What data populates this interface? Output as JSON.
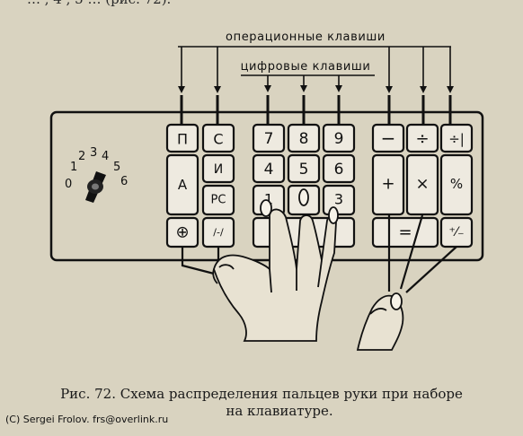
{
  "top_fragment": "… , 4 , 5 … (рис. 72).",
  "labels": {
    "operational": "операционные клавиши",
    "digit": "цифровые клавиши"
  },
  "dial": {
    "numbers": [
      "0",
      "1",
      "2",
      "3",
      "4",
      "5",
      "6"
    ]
  },
  "keys": {
    "left": [
      "П",
      "С",
      "А",
      "И",
      "РС",
      "⊕",
      "/-/"
    ],
    "digits": [
      "7",
      "8",
      "9",
      "4",
      "5",
      "6",
      "1",
      "2",
      "3"
    ],
    "ops": [
      "−",
      "÷",
      "÷|",
      "+",
      "×",
      "%",
      "=",
      "⁺⁄₋"
    ]
  },
  "caption": {
    "line1": "Рис. 72. Схема распределения пальцев руки при наборе",
    "line2": "на клавиатуре."
  },
  "copyright": "(C) Sergei Frolov. frs@overlink.ru"
}
